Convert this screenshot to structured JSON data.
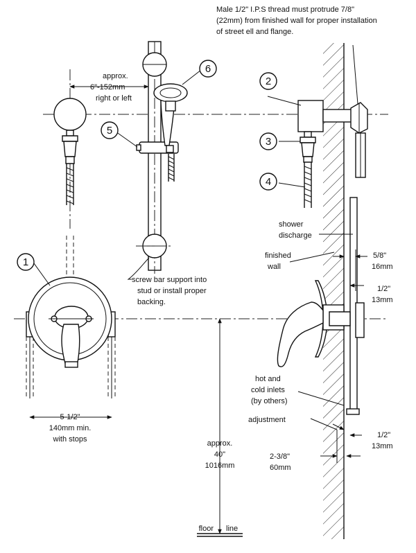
{
  "callouts": {
    "c1": "1",
    "c2": "2",
    "c3": "3",
    "c4": "4",
    "c5": "5",
    "c6": "6"
  },
  "notes": {
    "thread_l1": "Male 1/2\" I.P.S thread must protrude 7/8\"",
    "thread_l2": "(22mm) from finished wall for proper installation",
    "thread_l3": "of street ell and flange.",
    "spacing_l1": "approx.",
    "spacing_l2": "6\"-152mm",
    "spacing_l3": "right or left",
    "bar_l1": "screw bar support into",
    "bar_l2": "stud or install proper",
    "bar_l3": "backing.",
    "discharge_l1": "shower",
    "discharge_l2": "discharge",
    "wall_l1": "finished",
    "wall_l2": "wall",
    "inlets_l1": "hot and",
    "inlets_l2": "cold inlets",
    "inlets_l3": "(by others)",
    "adjustment": "adjustment"
  },
  "dimensions": {
    "d58_in": "5/8\"",
    "d58_mm": "16mm",
    "d12a_in": "1/2\"",
    "d12a_mm": "13mm",
    "d12b_in": "1/2\"",
    "d12b_mm": "13mm",
    "d238_in": "2-3/8\"",
    "d238_mm": "60mm",
    "d512_in": "5-1/2\"",
    "d512_mm": "140mm min.",
    "d512_note": "with stops",
    "h_l1": "approx.",
    "h_l2": "40\"",
    "h_l3": "1016mm",
    "floor": "floor",
    "line": "line"
  }
}
